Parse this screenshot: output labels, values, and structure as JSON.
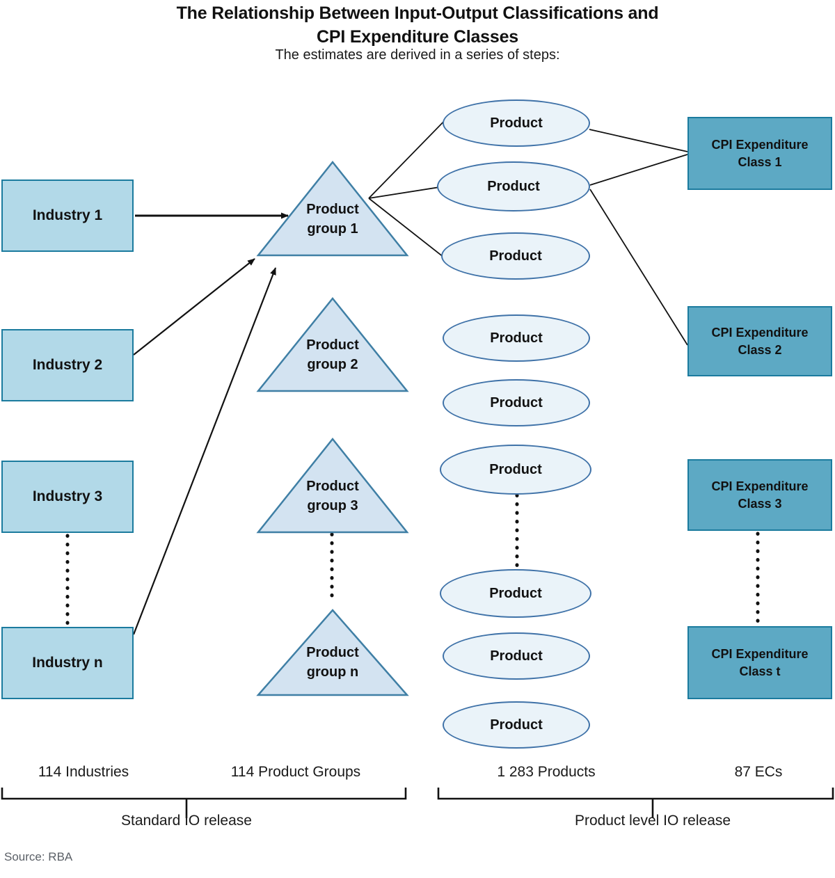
{
  "header": {
    "title_line1": "The Relationship Between Input-Output Classifications and",
    "title_line2": "CPI Expenditure Classes",
    "subtitle": "The estimates are derived in a series of steps:"
  },
  "colors": {
    "industry_fill": "#b2d9e8",
    "industry_border": "#1b7b9e",
    "product_group_fill": "#d3e3f1",
    "product_group_border": "#3f7fa5",
    "product_fill": "#eaf3f9",
    "product_border": "#3f72a8",
    "cpi_fill": "#5da9c4",
    "cpi_border": "#1b7b9e",
    "connector": "#1a1a1a",
    "source_text": "#5a5f66"
  },
  "industries": [
    {
      "label": "Industry 1"
    },
    {
      "label": "Industry 2"
    },
    {
      "label": "Industry 3"
    },
    {
      "label": "Industry n"
    }
  ],
  "product_groups": [
    {
      "line1": "Product",
      "line2": "group 1"
    },
    {
      "line1": "Product",
      "line2": "group 2"
    },
    {
      "line1": "Product",
      "line2": "group 3"
    },
    {
      "line1": "Product",
      "line2": "group n"
    }
  ],
  "products": [
    {
      "label": "Product"
    },
    {
      "label": "Product"
    },
    {
      "label": "Product"
    },
    {
      "label": "Product"
    },
    {
      "label": "Product"
    },
    {
      "label": "Product"
    },
    {
      "label": "Product"
    },
    {
      "label": "Product"
    },
    {
      "label": "Product"
    }
  ],
  "cpi_classes": [
    {
      "line1": "CPI Expenditure",
      "line2": "Class 1"
    },
    {
      "line1": "CPI Expenditure",
      "line2": "Class 2"
    },
    {
      "line1": "CPI Expenditure",
      "line2": "Class 3"
    },
    {
      "line1": "CPI Expenditure",
      "line2": "Class t"
    }
  ],
  "scale": {
    "counts": [
      {
        "label": "114 Industries"
      },
      {
        "label": "114 Product Groups"
      },
      {
        "label": "1 283 Products"
      },
      {
        "label": "87 ECs"
      }
    ],
    "brackets": [
      {
        "label": "Standard IO release"
      },
      {
        "label": "Product level IO release"
      }
    ]
  },
  "footer": {
    "source": "Source: RBA"
  }
}
